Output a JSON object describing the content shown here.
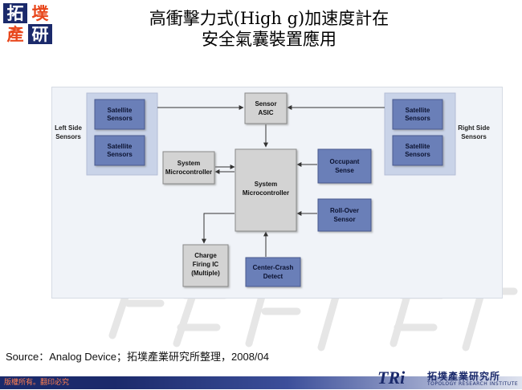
{
  "logo": {
    "chars": [
      "拓",
      "墣",
      "產",
      "研"
    ]
  },
  "title": {
    "line1": "高衝擊力式(High g)加速度計在",
    "line2": "安全氣囊裝置應用"
  },
  "diagram": {
    "side_labels": {
      "left": [
        "Left Side",
        "Sensors"
      ],
      "right": [
        "Right Side",
        "Sensors"
      ]
    },
    "boxes": {
      "left_sat_1": [
        "Satellite",
        "Sensors"
      ],
      "left_sat_2": [
        "Satellite",
        "Sensors"
      ],
      "right_sat_1": [
        "Satellite",
        "Sensors"
      ],
      "right_sat_2": [
        "Satellite",
        "Sensors"
      ],
      "sensor_asic": [
        "Sensor",
        "ASIC"
      ],
      "system_micro_main": [
        "System",
        "Microcontroller"
      ],
      "system_micro_small": [
        "System",
        "Microcontroller"
      ],
      "occupant_sense": [
        "Occupant",
        "Sense"
      ],
      "rollover_sensor": [
        "Roll-Over",
        "Sensor"
      ],
      "charge_firing": [
        "Charge",
        "Firing IC",
        "(Multiple)"
      ],
      "center_crash": [
        "Center-Crash",
        "Detect"
      ]
    }
  },
  "source": "Source：Analog Device；拓墣產業研究所整理，2008/04",
  "footer": {
    "left": "版權所有。翻印必究",
    "tri": "TRi",
    "cn": "拓墣產業研究所",
    "en": "TOPOLOGY RESEARCH INSTITUTE"
  },
  "colors": {
    "blue_box": "#6b7fb8",
    "gray_box": "#d3d3d3",
    "panel": "#c9d3e8",
    "navy": "#1b2a6b"
  }
}
